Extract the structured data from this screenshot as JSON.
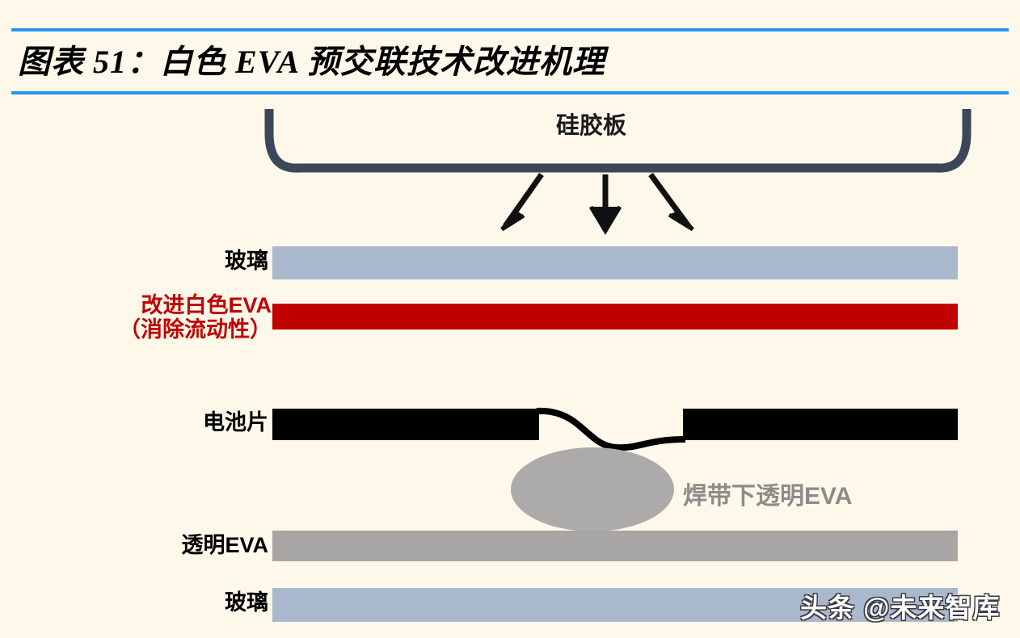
{
  "title": "图表 51：白色 EVA 预交联技术改进机理",
  "colors": {
    "background": "#fdf8ea",
    "rule": "#2196f3",
    "glass": "#aab8cd",
    "white_eva": "#c10001",
    "cell": "#000000",
    "clear_eva": "#a8a6a4",
    "silicone_plate": "#3c4759",
    "arrow": "#111111",
    "ellipse": "#adabaa",
    "ellipse_label": "#8e8c89"
  },
  "diagram": {
    "plate_label": "硅胶板",
    "ribbon_eva_label": "焊带下透明EVA",
    "layers": [
      {
        "key": "glass_top",
        "label": "玻璃"
      },
      {
        "key": "white_eva",
        "label_line1": "改进白色EVA",
        "label_line2": "（消除流动性）"
      },
      {
        "key": "cell",
        "label": "电池片"
      },
      {
        "key": "clear_eva",
        "label": "透明EVA"
      },
      {
        "key": "glass_bottom",
        "label": "玻璃"
      }
    ],
    "arrows": {
      "count": 3,
      "direction": "down"
    }
  },
  "watermark": "头条 @未来智库"
}
